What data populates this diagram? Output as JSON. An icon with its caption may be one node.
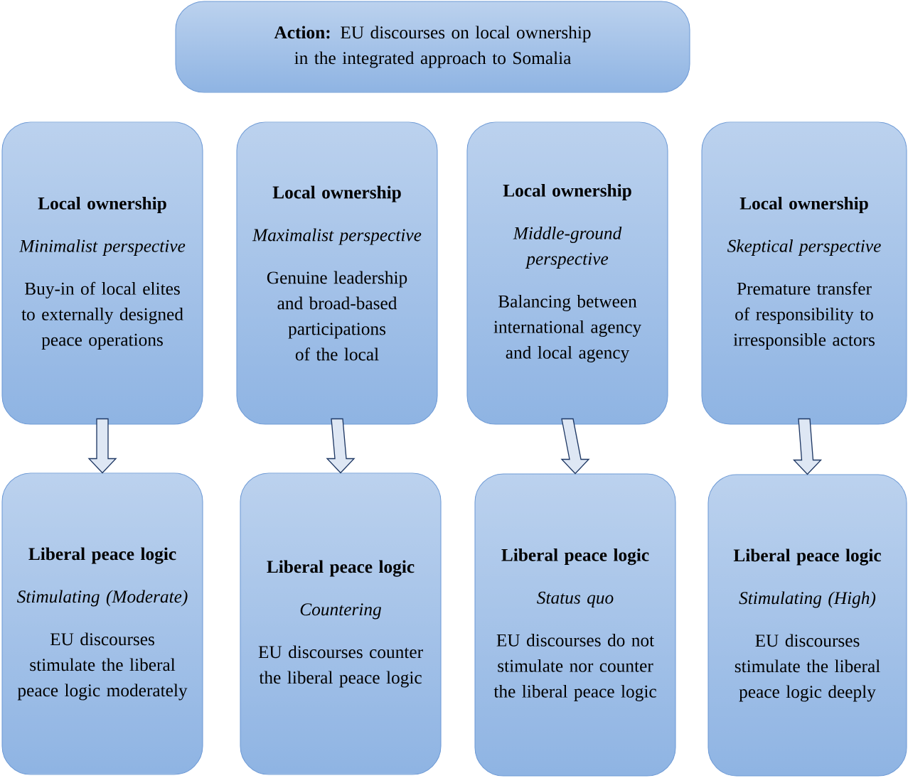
{
  "diagram": {
    "nodes": [
      {
        "text": [
          "**Action:** EU discourses on local ownership in the integrated approach to Somalia"
        ]
      },
      {
        "text": [
          "Local ownership",
          "Minimalist perspective",
          "Buy-in of local elites to externally designed peace operations"
        ]
      },
      {
        "text": [
          "Local ownership",
          "Maximalist perspective",
          "Genuine leadership and broad-based participations of the local"
        ]
      },
      {
        "text": [
          "Local ownership",
          "Middle-ground perspective",
          "Balancing between international agency and local agency"
        ]
      },
      {
        "text": [
          "Local ownership",
          "Skeptical perspective",
          "Premature transfer of responsibility to irresponsible actors"
        ]
      },
      {
        "text": [
          "Liberal peace logic",
          "Stimulating (Moderate)",
          "EU discourses stimulate the liberal peace logic moderately"
        ]
      },
      {
        "text": [
          "Liberal peace logic",
          "Countering",
          "EU discourses counter the liberal peace logic"
        ]
      },
      {
        "text": [
          "Liberal peace logic",
          "Status quo",
          "EU discourses do not stimulate nor counter the liberal peace logic"
        ]
      },
      {
        "text": [
          "Liberal peace logic",
          "Stimulating (High)",
          "EU discourses stimulate the liberal peace logic deeply"
        ]
      }
    ],
    "edges": [
      {
        "from": 1,
        "to": 5,
        "arrow": "to"
      },
      {
        "from": 2,
        "to": 6,
        "arrow": "to"
      },
      {
        "from": 3,
        "to": 7,
        "arrow": "to"
      },
      {
        "from": 4,
        "to": 8,
        "arrow": "to"
      }
    ]
  }
}
